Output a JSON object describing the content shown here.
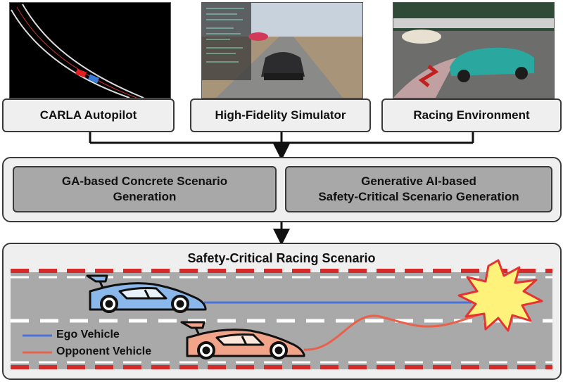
{
  "sources": [
    {
      "label": "CARLA Autopilot",
      "image": "top-down-track-view"
    },
    {
      "label": "High-Fidelity Simulator",
      "image": "simulator-screenshot"
    },
    {
      "label": "Racing Environment",
      "image": "race-track-photo"
    }
  ],
  "generation": {
    "left": {
      "line1": "GA-based Concrete Scenario",
      "line2": "Generation"
    },
    "right": {
      "line1": "Generative AI-based",
      "line2": "Safety-Critical Scenario Generation"
    }
  },
  "scenario": {
    "title": "Safety-Critical Racing Scenario",
    "legend": [
      {
        "label": "Ego Vehicle",
        "color": "#4a72d8"
      },
      {
        "label": "Opponent Vehicle",
        "color": "#e8614a"
      }
    ]
  },
  "colors": {
    "ego_car": "#8ab8ea",
    "opponent_car": "#f2a48a",
    "road": "#a9a9a9",
    "curb_red": "#d42a2a",
    "crash_fill": "#fff27a",
    "crash_outline": "#e53333"
  }
}
